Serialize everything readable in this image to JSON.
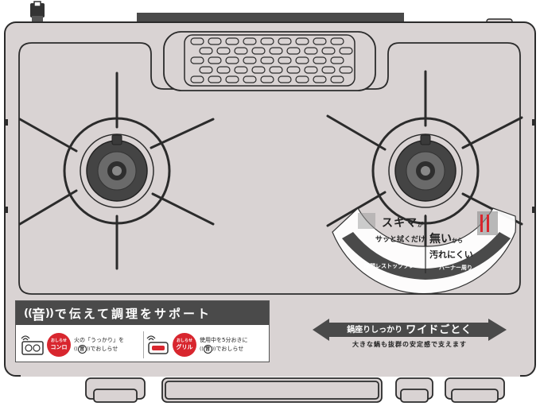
{
  "stove": {
    "sound_feature": {
      "sound_word": "音",
      "headline_rest": "で伝えて調理をサポート",
      "burner_notice": {
        "badge_top": "おしらせ",
        "badge_bottom": "コンロ",
        "line1": "火の「うっかり」を",
        "line2_suffix": "でおしらせ"
      },
      "grill_notice": {
        "badge_top": "おしらせ",
        "badge_bottom": "グリル",
        "line1": "使用中を5分おきに",
        "line2_suffix": "でおしらせ"
      }
    },
    "wide_trivet": {
      "arrow_small": "鍋座りしっかり",
      "arrow_big": "ワイドごとく",
      "subtitle": "大きな鍋も抜群の安定感で支えます"
    },
    "top_plate_badge": {
      "title_a": "スキマ",
      "title_a_small": "が",
      "title_b": "サッと拭くだけ",
      "caption": "隙間レストッププレート"
    },
    "burner_ring_badge": {
      "title_a": "無い",
      "title_a_small": "から",
      "title_b": "汚れにくい",
      "caption": "バーナー周り"
    },
    "colors": {
      "body": "#d9d3d3",
      "outline": "#2b2b2b",
      "dark_panel": "#4a4a4a",
      "accent_red": "#d8262e"
    }
  }
}
